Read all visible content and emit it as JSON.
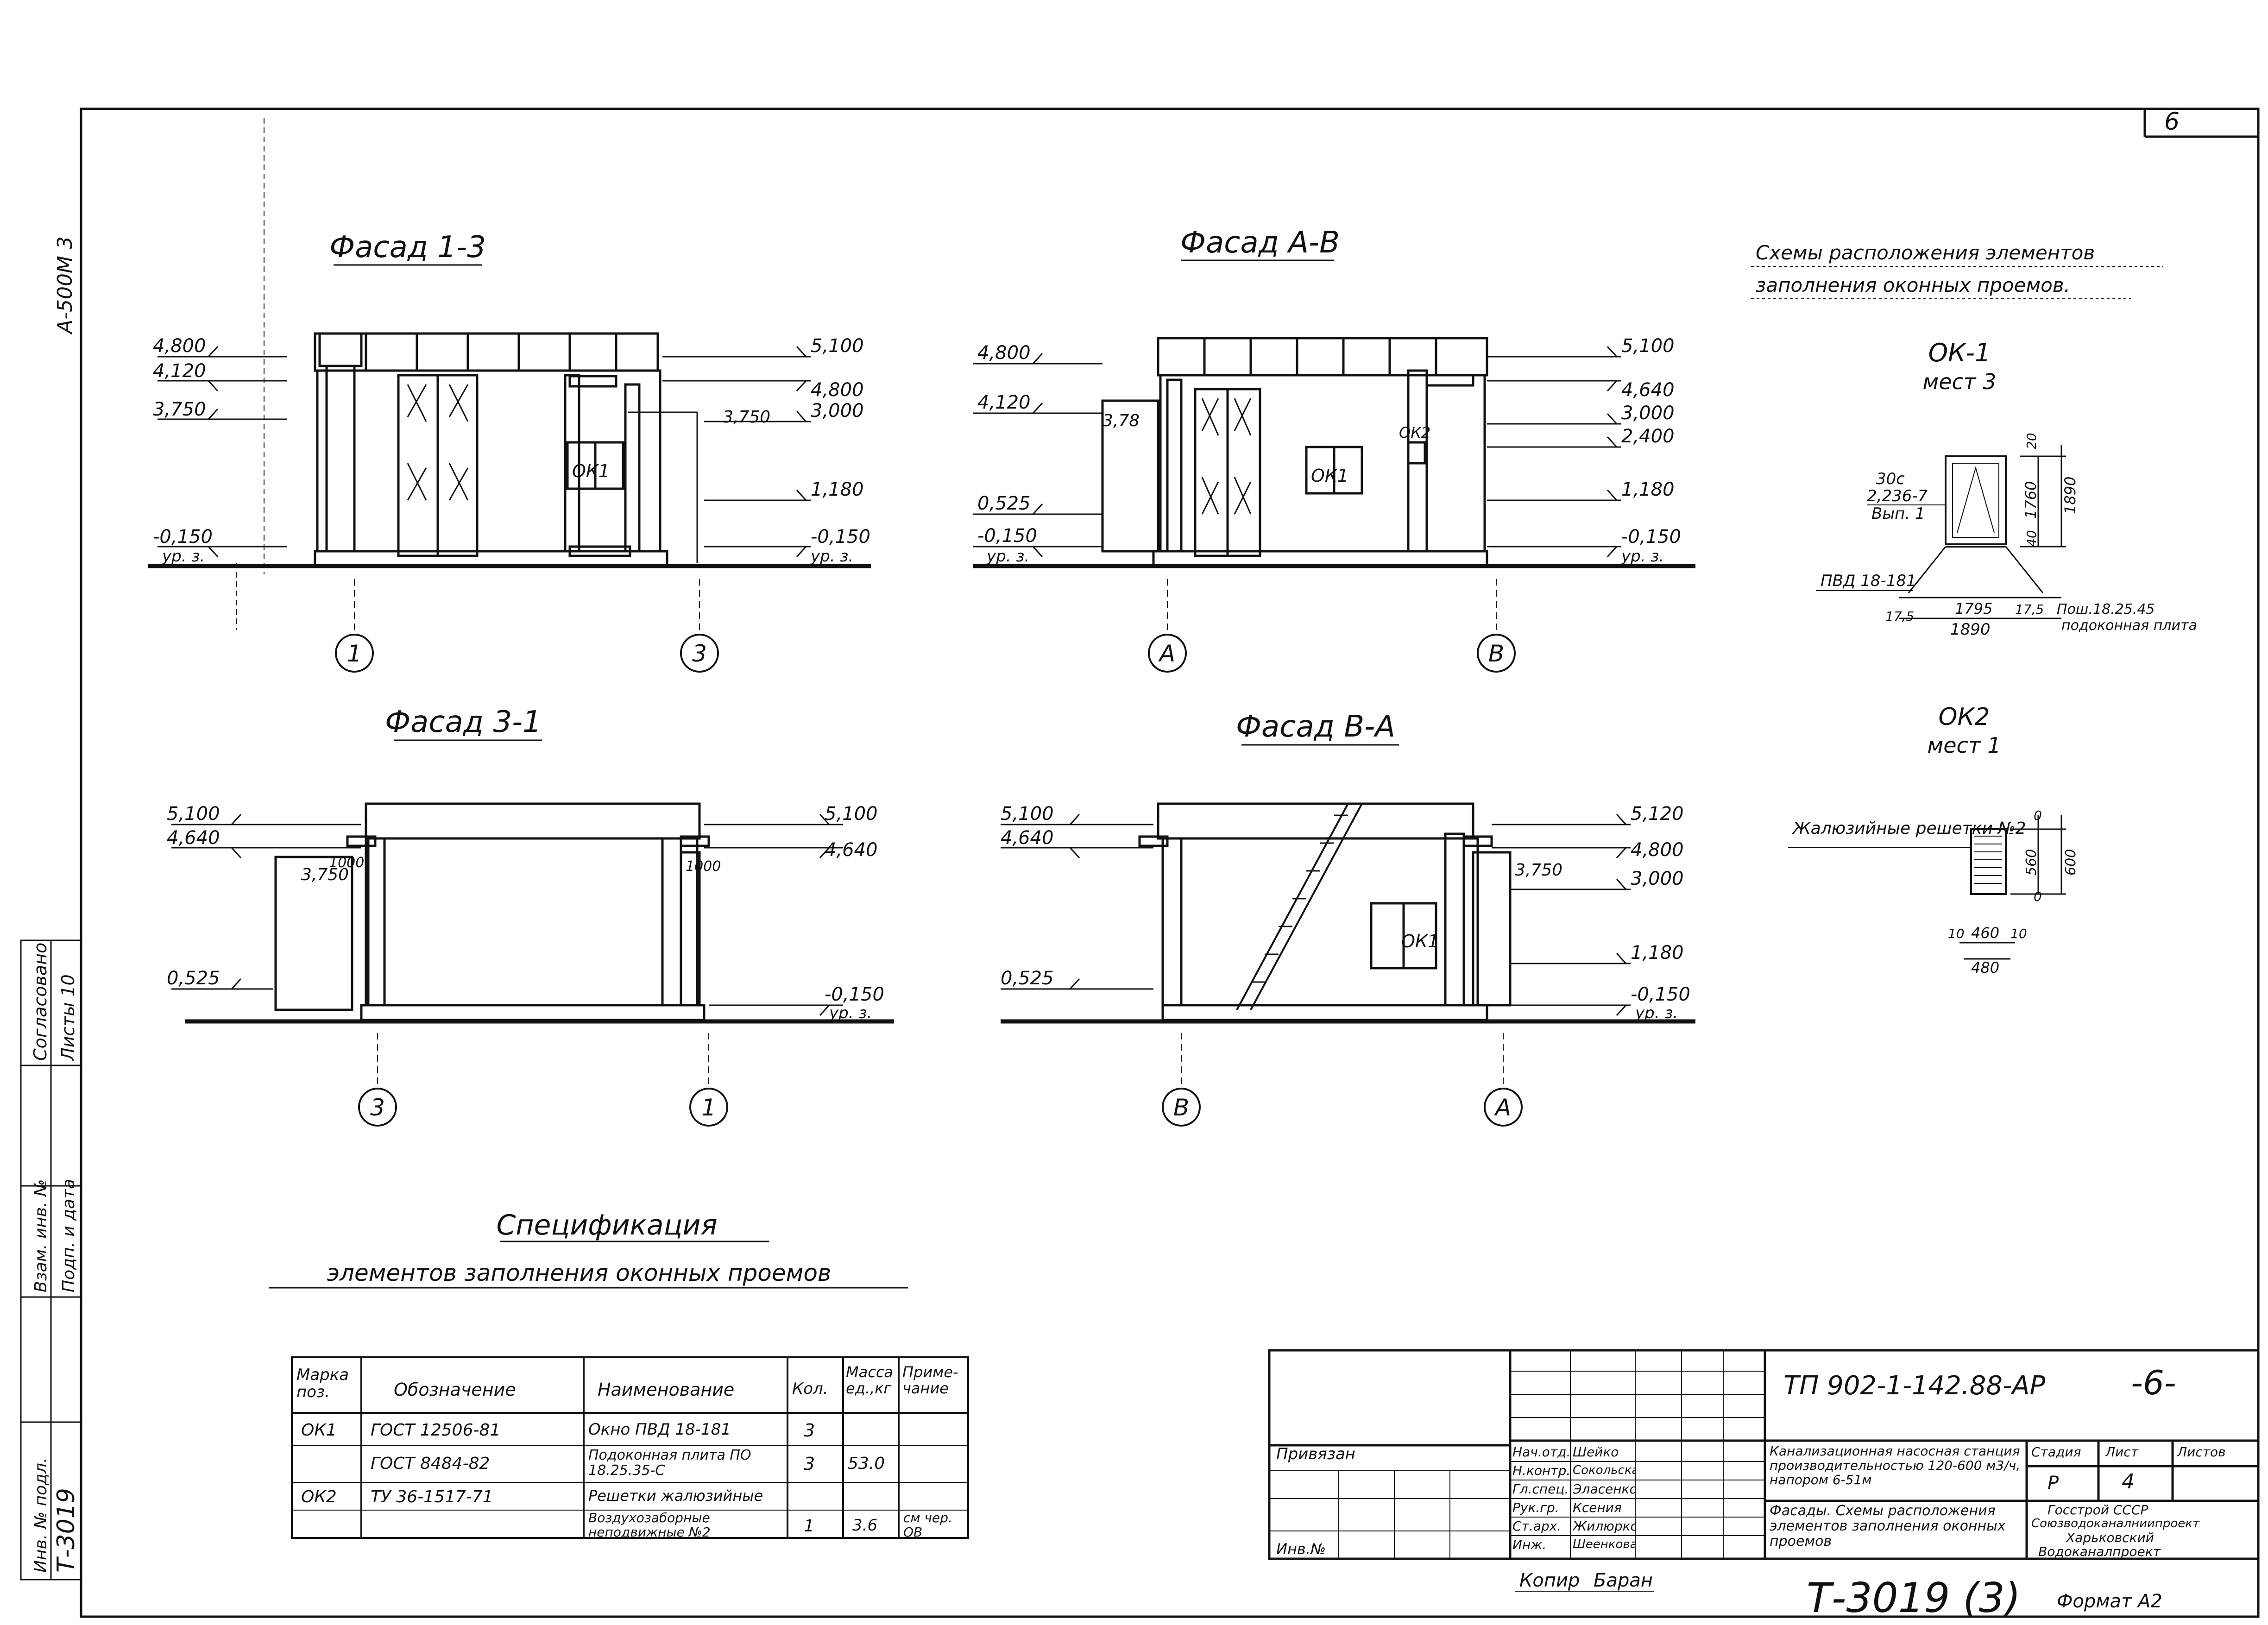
{
  "sheet": {
    "page_no": "6",
    "side_note": "А-500М 3",
    "title_code": "ТП 902-1-142.88-АР",
    "sheet_mark": "-6-",
    "copy_label": "Копир",
    "copy_name": "Баран",
    "archive_no": "Т-3019 (3)",
    "format_label": "Формат А2",
    "left_strip_no": "Т-3019"
  },
  "facades": [
    {
      "title": "Фасад 1-3",
      "elev_left": [
        "4,800",
        "4,120",
        "3,750",
        "-0,150"
      ],
      "level_left": "ур. з.",
      "elev_right": [
        "5,100",
        "4,800",
        "3,000",
        "1,180",
        "-0,150"
      ],
      "level_right": "ур. з.",
      "inner": [
        "3,750"
      ],
      "window_label": "ОК1",
      "axis_left": "1",
      "axis_right": "3"
    },
    {
      "title": "Фасад А-В",
      "elev_left": [
        "4,800",
        "4,120",
        "0,525",
        "-0,150"
      ],
      "level_left": "ур. з.",
      "elev_right": [
        "5,100",
        "4,640",
        "3,000",
        "2,400",
        "1,180",
        "-0,150"
      ],
      "level_right": "ур. з.",
      "inner": [
        "3,78",
        "ОК2"
      ],
      "window_label": "ОК1",
      "axis_left": "А",
      "axis_right": "В"
    },
    {
      "title": "Фасад 3-1",
      "elev_left": [
        "5,100",
        "4,640",
        "0,525"
      ],
      "level_left": "",
      "elev_right": [
        "5,100",
        "4,640",
        "-0,150"
      ],
      "level_right": "ур. з.",
      "inner": [
        "3,750",
        "1000",
        "1000"
      ],
      "window_label": "",
      "axis_left": "3",
      "axis_right": "1"
    },
    {
      "title": "Фасад В-А",
      "elev_left": [
        "5,100",
        "4,640",
        "0,525"
      ],
      "level_left": "",
      "elev_right": [
        "5,120",
        "4,800",
        "3,000",
        "1,180",
        "-0,150"
      ],
      "level_right": "ур. з.",
      "inner": [
        "3,750"
      ],
      "window_label": "ОК1",
      "axis_left": "В",
      "axis_right": "А"
    }
  ],
  "schemes": {
    "title_lines": [
      "Схемы расположения элементов",
      "заполнения оконных проемов."
    ],
    "ok1": {
      "title": "ОК-1",
      "sub": "мест 3",
      "labels": [
        "30с",
        "2,236-7",
        "Вып. 1",
        "ПВД 18-181",
        "1795",
        "1890",
        "17,5",
        "17,5",
        "1760",
        "1890",
        "20",
        "40",
        "Пош.18.25.45",
        "подоконная плита"
      ]
    },
    "ok2": {
      "title": "ОК2",
      "sub": "мест 1",
      "labels": [
        "Жалюзийные решетки №2",
        "560",
        "600",
        "460",
        "480",
        "10",
        "10",
        "0",
        "0"
      ]
    }
  },
  "spec": {
    "title": "Спецификация",
    "subtitle": "элементов заполнения оконных проемов",
    "headers": [
      "Марка поз.",
      "Обозначение",
      "Наименование",
      "Кол.",
      "Масса ед.,кг",
      "Приме- чание"
    ],
    "rows": [
      [
        "ОК1",
        "ГОСТ 12506-81",
        "Окно ПВД 18-181",
        "3",
        "",
        ""
      ],
      [
        "",
        "ГОСТ 8484-82",
        "Подоконная плита ПО 18.25.35-С",
        "3",
        "53.0",
        ""
      ],
      [
        "ОК2",
        "ТУ 36-1517-71",
        "Решетки жалюзийные",
        "",
        "",
        ""
      ],
      [
        "",
        "",
        "Воздухозаборные неподвижные №2",
        "1",
        "3.6",
        "см чер. ОВ"
      ]
    ]
  },
  "stamp": {
    "attach_label": "Привязан",
    "inv_label": "Инв.№",
    "roles": [
      "Нач.отд.",
      "Н.контр.",
      "Гл.спец.",
      "Рук.гр.",
      "Ст.арх.",
      "Инж."
    ],
    "names": [
      "Шейко",
      "Сокольская",
      "Эласенко",
      "Ксения",
      "Жилюрко",
      "Шеенкова"
    ],
    "project_name": "Канализационная насосная станция производительностью 120-600 м3/ч, напором 6-51м",
    "sheet_title": "Фасады. Схемы расположения элементов заполнения оконных проемов",
    "stage_header": "Стадия",
    "sheet_header": "Лист",
    "sheets_header": "Листов",
    "stage": "Р",
    "sheet_number": "4",
    "org_lines": [
      "Госстрой СССР",
      "Союзводоканалниипроект",
      "Харьковский",
      "Водоканалпроект"
    ]
  },
  "left_stamp": {
    "lines": [
      "Согласовано",
      "Листы 10",
      "Взам. инв. №",
      "Подп. и дата",
      "Инв. № подл."
    ]
  }
}
